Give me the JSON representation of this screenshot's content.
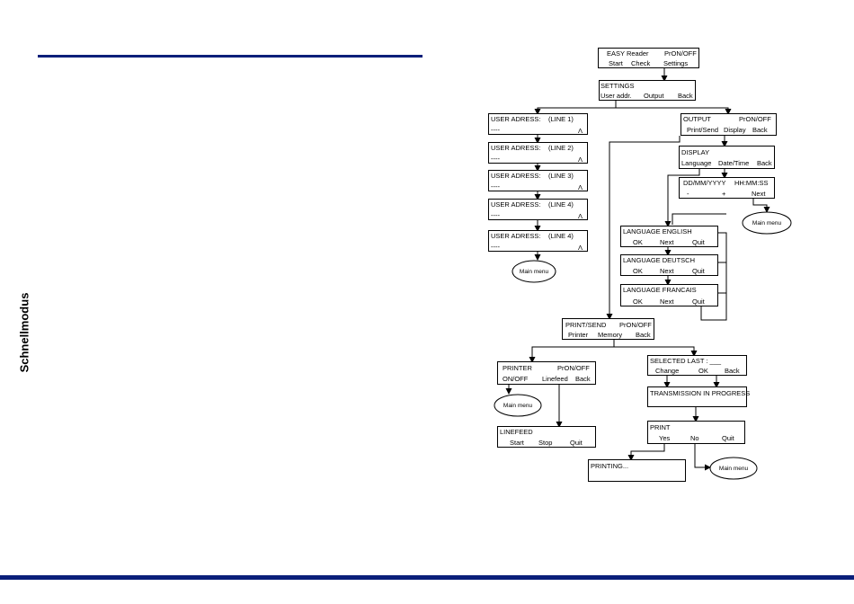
{
  "side_label": "Schnellmodus",
  "boxes": {
    "easy": {
      "title": "EASY Reader",
      "right": "PrON/OFF",
      "opts": [
        "Start",
        "Check",
        "Settings"
      ]
    },
    "settings": {
      "title": "SETTINGS",
      "opts": [
        "User addr.",
        "Output",
        "Back"
      ]
    },
    "ua1": {
      "title": "USER ADRESS:",
      "right": "(LINE 1)",
      "line": "----",
      "caret": "Λ"
    },
    "ua2": {
      "title": "USER ADRESS:",
      "right": "(LINE 2)",
      "line": "----",
      "caret": "Λ"
    },
    "ua3": {
      "title": "USER ADRESS:",
      "right": "(LINE 3)",
      "line": "----",
      "caret": "Λ"
    },
    "ua4": {
      "title": "USER ADRESS:",
      "right": "(LINE 4)",
      "line": "----",
      "caret": "Λ"
    },
    "ua5": {
      "title": "USER ADRESS:",
      "right": "(LINE 4)",
      "line": "----",
      "caret": "Λ"
    },
    "output": {
      "title": "OUTPUT",
      "right": "PrON/OFF",
      "opts": [
        "Print/Send",
        "Display",
        "Back"
      ]
    },
    "display": {
      "title": "DISPLAY",
      "opts": [
        "Language",
        "Date/Time",
        "Back"
      ]
    },
    "datetime": {
      "title": "DD/MM/YYYY",
      "right": "HH:MM:SS",
      "opts": [
        "-",
        "+",
        "Next"
      ]
    },
    "lang_en": {
      "title": "LANGUAGE ENGLISH",
      "opts": [
        "OK",
        "Next",
        "Quit"
      ]
    },
    "lang_de": {
      "title": "LANGUAGE DEUTSCH",
      "opts": [
        "OK",
        "Next",
        "Quit"
      ]
    },
    "lang_fr": {
      "title": "LANGUAGE FRANCAIS",
      "opts": [
        "OK",
        "Next",
        "Quit"
      ]
    },
    "printsend": {
      "title": "PRINT/SEND",
      "right": "PrON/OFF",
      "opts": [
        "Printer",
        "Memory",
        "Back"
      ]
    },
    "printer": {
      "title": "PRINTER",
      "right": "PrON/OFF",
      "opts": [
        "ON/OFF",
        "Linefeed",
        "Back"
      ]
    },
    "selected": {
      "title": "SELECTED LAST : ___",
      "opts": [
        "Change",
        "OK",
        "Back"
      ]
    },
    "transmission": {
      "title": "TRANSMISSION IN PROGRESS"
    },
    "print": {
      "title": "PRINT",
      "opts": [
        "Yes",
        "No",
        "Quit"
      ]
    },
    "linefeed": {
      "title": "LINEFEED",
      "opts": [
        "Start",
        "Stop",
        "Quit"
      ]
    },
    "printing": {
      "title": "PRINTING..."
    }
  },
  "main_menu_label": "Main menu",
  "colors": {
    "rule": "#0b1f7a",
    "ink": "#000000",
    "background": "#ffffff"
  }
}
